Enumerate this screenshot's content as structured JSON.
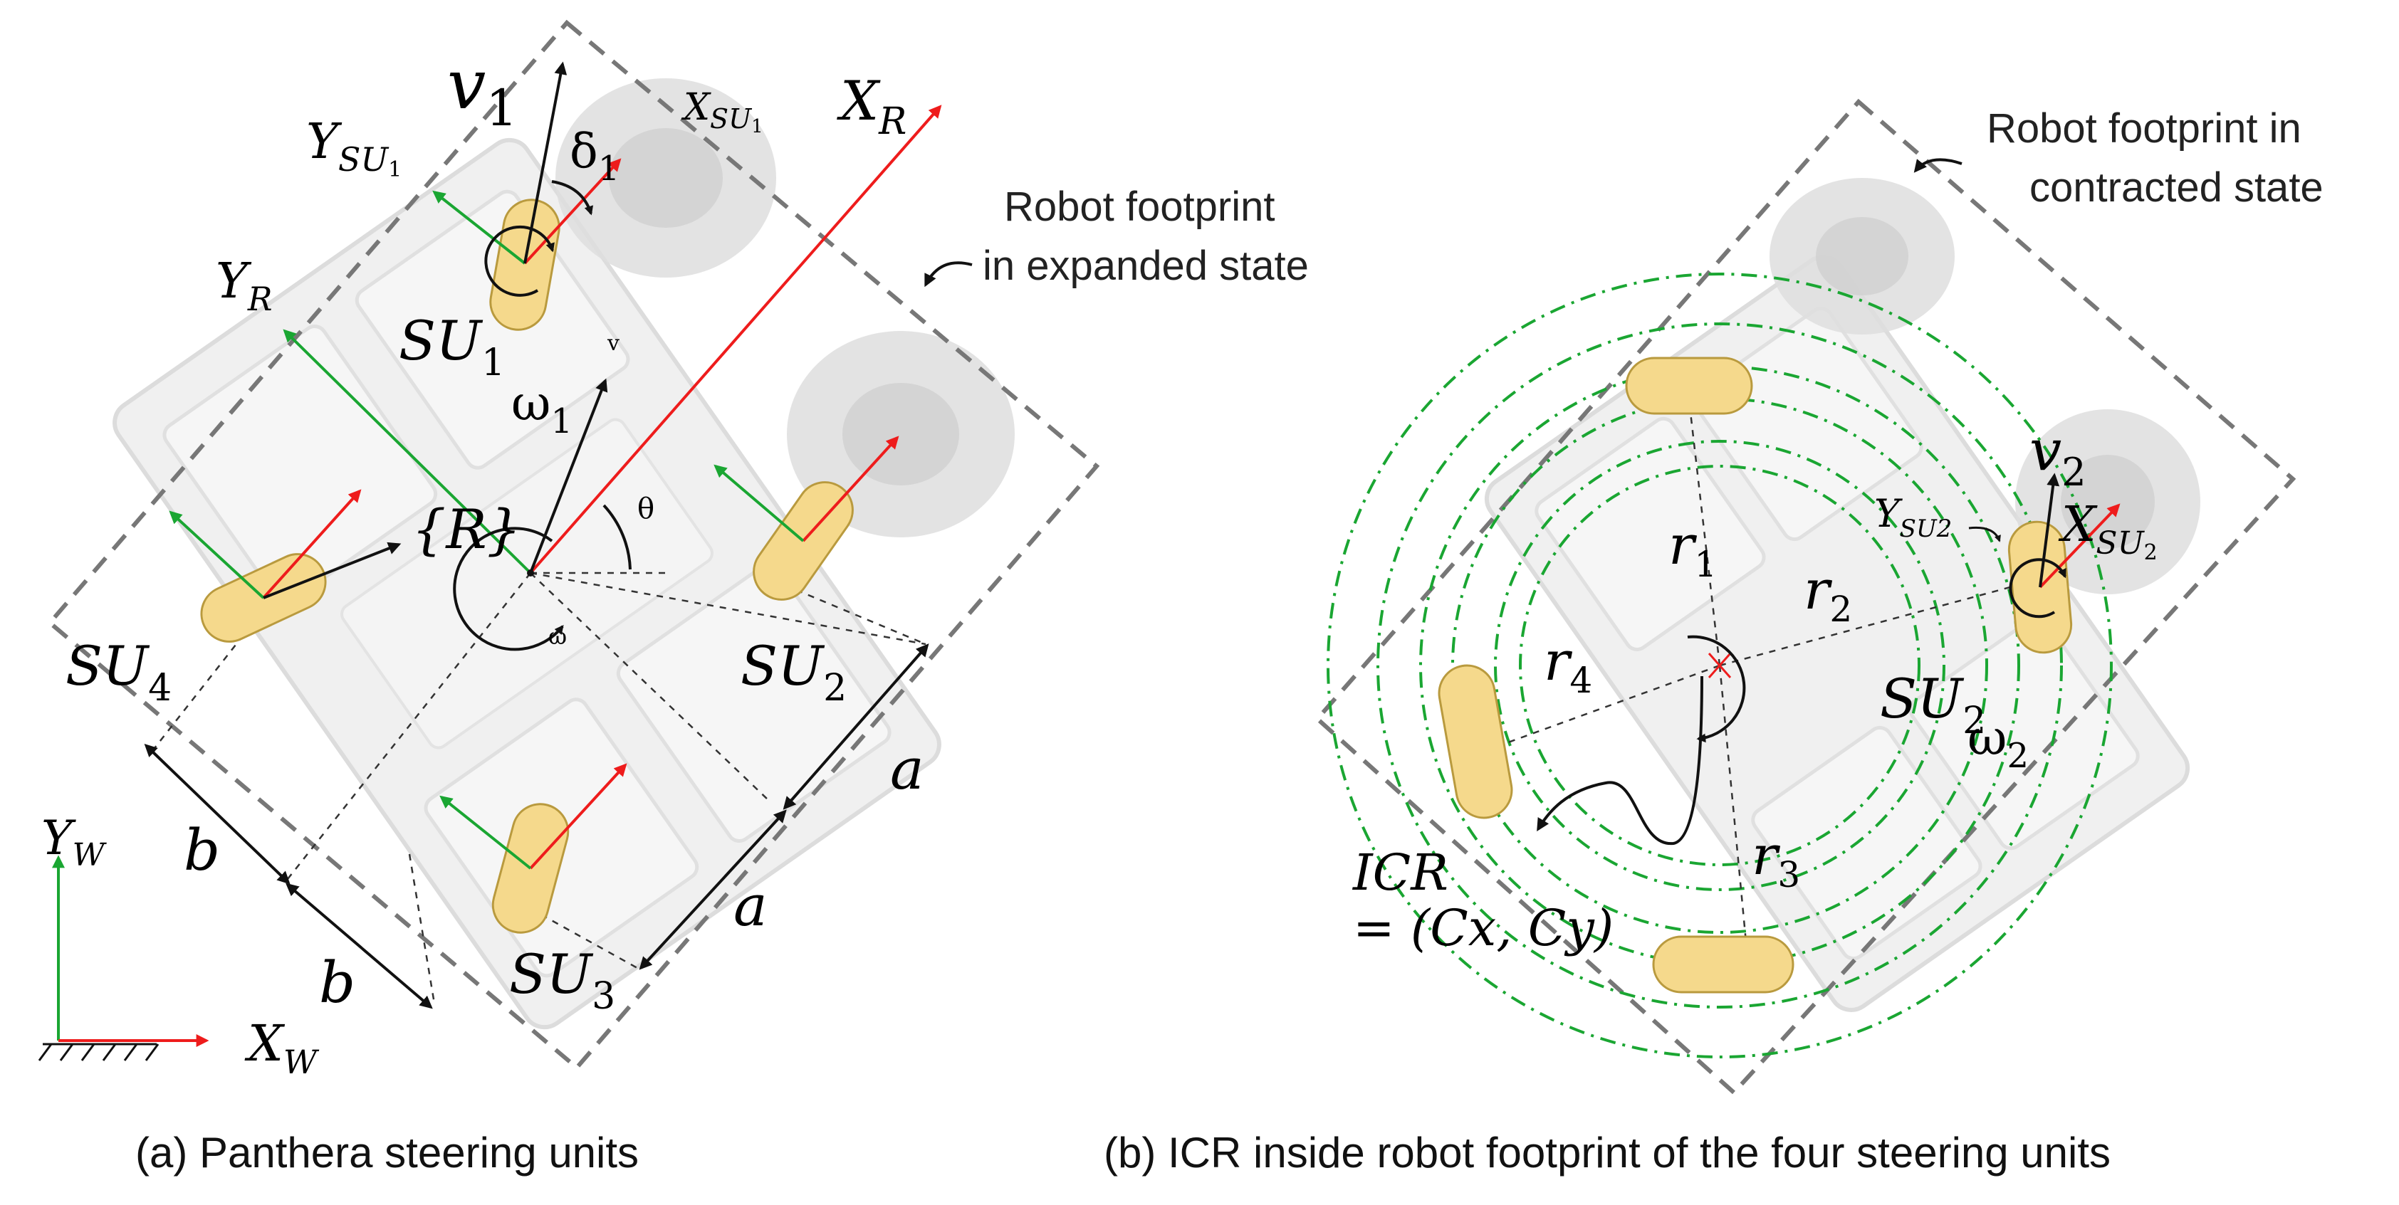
{
  "colors": {
    "x_axis": "#ee1c1c",
    "y_axis": "#1aa632",
    "wheel_fill": "#f5d98c",
    "wheel_stroke": "#b99a3e",
    "footprint_dash": "#777777",
    "circle_dash": "#1aa632",
    "robot_body": "#ebebeb"
  },
  "panel_a": {
    "caption": "(a) Panthera steering units",
    "footprint_note_line1": "Robot footprint",
    "footprint_note_line2": "in expanded state",
    "labels": {
      "v1": "v",
      "v1_sub": "1",
      "delta1": "δ",
      "delta1_sub": "1",
      "xsu1": "X",
      "xsu1_sub": "SU",
      "xsu1_subsub": "1",
      "xr": "X",
      "xr_sub": "R",
      "ysu1": "Y",
      "ysu1_sub": "SU",
      "ysu1_subsub": "1",
      "yr": "Y",
      "yr_sub": "R",
      "su1": "SU",
      "su1_sub": "1",
      "omega1": "ω",
      "omega1_sub": "1",
      "v_small": "v",
      "r_frame": "{R}",
      "theta": "θ",
      "omega": "ω",
      "su4": "SU",
      "su4_sub": "4",
      "su2": "SU",
      "su2_sub": "2",
      "su3": "SU",
      "su3_sub": "3",
      "a_top": "a",
      "a_bottom": "a",
      "b_top": "b",
      "b_bottom": "b",
      "yw": "Y",
      "yw_sub": "W",
      "xw": "X",
      "xw_sub": "W"
    }
  },
  "panel_b": {
    "caption": "(b) ICR inside robot footprint of the four steering units",
    "footprint_note_line1": "Robot footprint in",
    "footprint_note_line2": "contracted state",
    "labels": {
      "v2": "v",
      "v2_sub": "2",
      "ysu2": "Y",
      "ysu2_sub": "SU2",
      "xsu2": "X",
      "xsu2_sub": "SU",
      "xsu2_subsub": "2",
      "r1": "r",
      "r1_sub": "1",
      "r2": "r",
      "r2_sub": "2",
      "r3": "r",
      "r3_sub": "3",
      "r4": "r",
      "r4_sub": "4",
      "su2": "SU",
      "su2_sub": "2",
      "omega2": "ω",
      "omega2_sub": "2",
      "icr_line1": "ICR",
      "icr_line2": "= (Cx, Cy)"
    }
  }
}
